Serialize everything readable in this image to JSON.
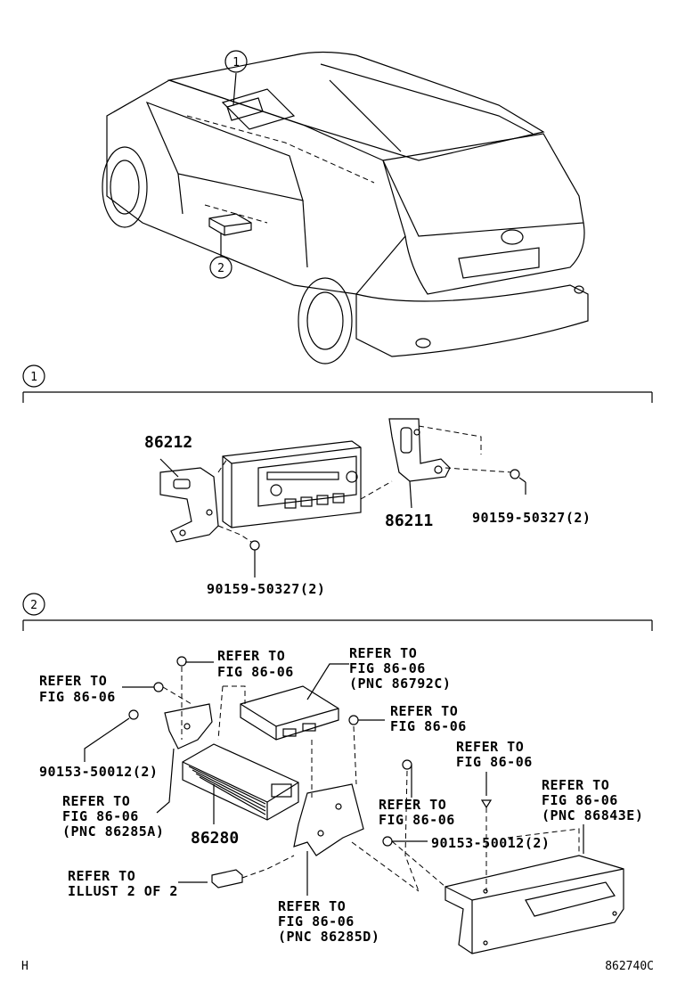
{
  "callouts": {
    "c1": "1",
    "c2": "2",
    "sec1": "1",
    "sec2": "2"
  },
  "section1": {
    "p86212": "86212",
    "p86211": "86211",
    "bolt_right": "90159-50327(2)",
    "bolt_bottom": "90159-50327(2)"
  },
  "section2": {
    "refer_top": [
      "REFER TO",
      "FIG 86-06"
    ],
    "refer_left": [
      "REFER TO",
      "FIG 86-06"
    ],
    "bolt_left": "90153-50012(2)",
    "refer_pnc_a": [
      "REFER TO",
      "FIG 86-06",
      "(PNC 86285A)"
    ],
    "p86280": "86280",
    "refer_illust": [
      "REFER TO",
      "ILLUST 2 OF 2"
    ],
    "refer_pnc_c": [
      "REFER TO",
      "FIG 86-06",
      "(PNC 86792C)"
    ],
    "refer_mid": [
      "REFER TO",
      "FIG 86-06"
    ],
    "refer_right_top": [
      "REFER TO",
      "FIG 86-06"
    ],
    "refer_center": [
      "REFER TO",
      "FIG 86-06"
    ],
    "bolt_center": "90153-50012(2)",
    "refer_pnc_d": [
      "REFER TO",
      "FIG 86-06",
      "(PNC 86285D)"
    ],
    "refer_pnc_e": [
      "REFER TO",
      "FIG 86-06",
      "(PNC 86843E)"
    ]
  },
  "footer": {
    "left": "H",
    "right": "862740C"
  }
}
